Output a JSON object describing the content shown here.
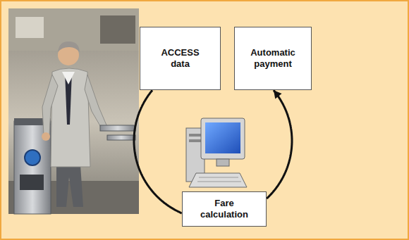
{
  "diagram": {
    "nodes": [
      {
        "text": [
          "ACCESS data"
        ]
      },
      {
        "text": [
          "Automatic payment"
        ]
      },
      {
        "text": [
          "Fare calculation"
        ]
      }
    ],
    "edges": [
      {
        "from": 0,
        "to": 2,
        "arrow": "none"
      },
      {
        "from": 2,
        "to": 1,
        "arrow": "to"
      }
    ]
  }
}
